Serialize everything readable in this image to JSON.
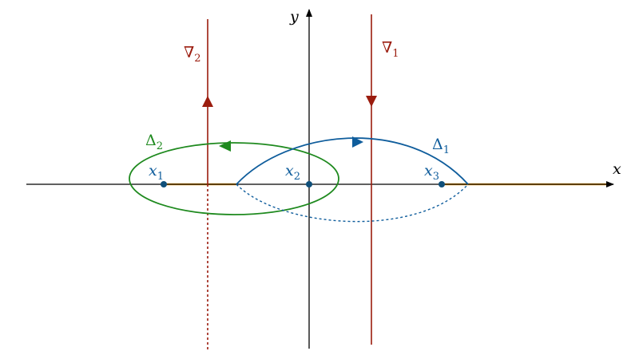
{
  "colors": {
    "axis": "#000000",
    "red": "#9b1c0e",
    "blue": "#0f5d9c",
    "green": "#1f8a1f",
    "orange": "#f5a623",
    "point": "#0f4f7a"
  },
  "axes": {
    "x": "x",
    "y": "y"
  },
  "lines": [
    {
      "symbol": "∇",
      "sub": "2"
    },
    {
      "symbol": "∇",
      "sub": "1"
    }
  ],
  "contours": [
    {
      "symbol": "Δ",
      "sub": "1"
    },
    {
      "symbol": "Δ",
      "sub": "2"
    }
  ],
  "points": [
    {
      "symbol": "x",
      "sub": "1"
    },
    {
      "symbol": "x",
      "sub": "2"
    },
    {
      "symbol": "x",
      "sub": "3"
    }
  ]
}
